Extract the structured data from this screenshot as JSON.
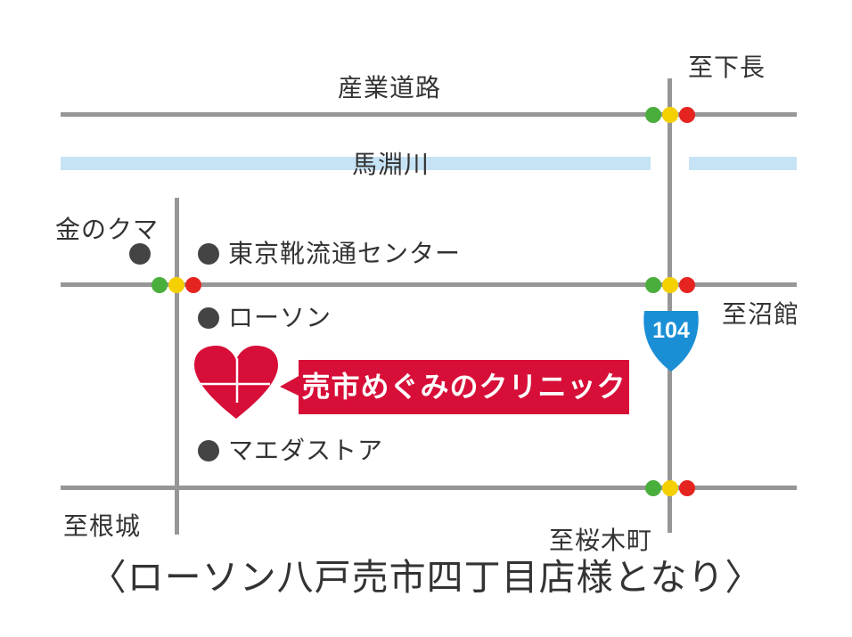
{
  "labels": {
    "industrial_road": "産業道路",
    "to_shimonaga": "至下長",
    "river": "馬淵川",
    "kin_no_kuma": "金のクマ",
    "tokyo_kutsu": "東京靴流通センター",
    "lawson": "ローソン",
    "to_numadate": "至沼館",
    "maeda_store": "マエダストア",
    "to_nejo": "至根城",
    "to_sakuragicho": "至桜木町"
  },
  "clinic": {
    "name": "売市めぐみのクリニック"
  },
  "route": {
    "number": "104"
  },
  "caption": "〈ローソン八戸売市四丁目店様となり〉",
  "colors": {
    "road": "#969696",
    "river": "#c6e3f5",
    "brand": "#d70f38",
    "route_sign": "#1a8fd6",
    "signal_green": "#4aae3c",
    "signal_yellow": "#f5d000",
    "signal_red": "#e52420",
    "landmark_dot": "#444444"
  },
  "icons": [
    "heart-logo-icon",
    "route-shield-icon",
    "traffic-signal-icon",
    "landmark-dot-icon"
  ]
}
